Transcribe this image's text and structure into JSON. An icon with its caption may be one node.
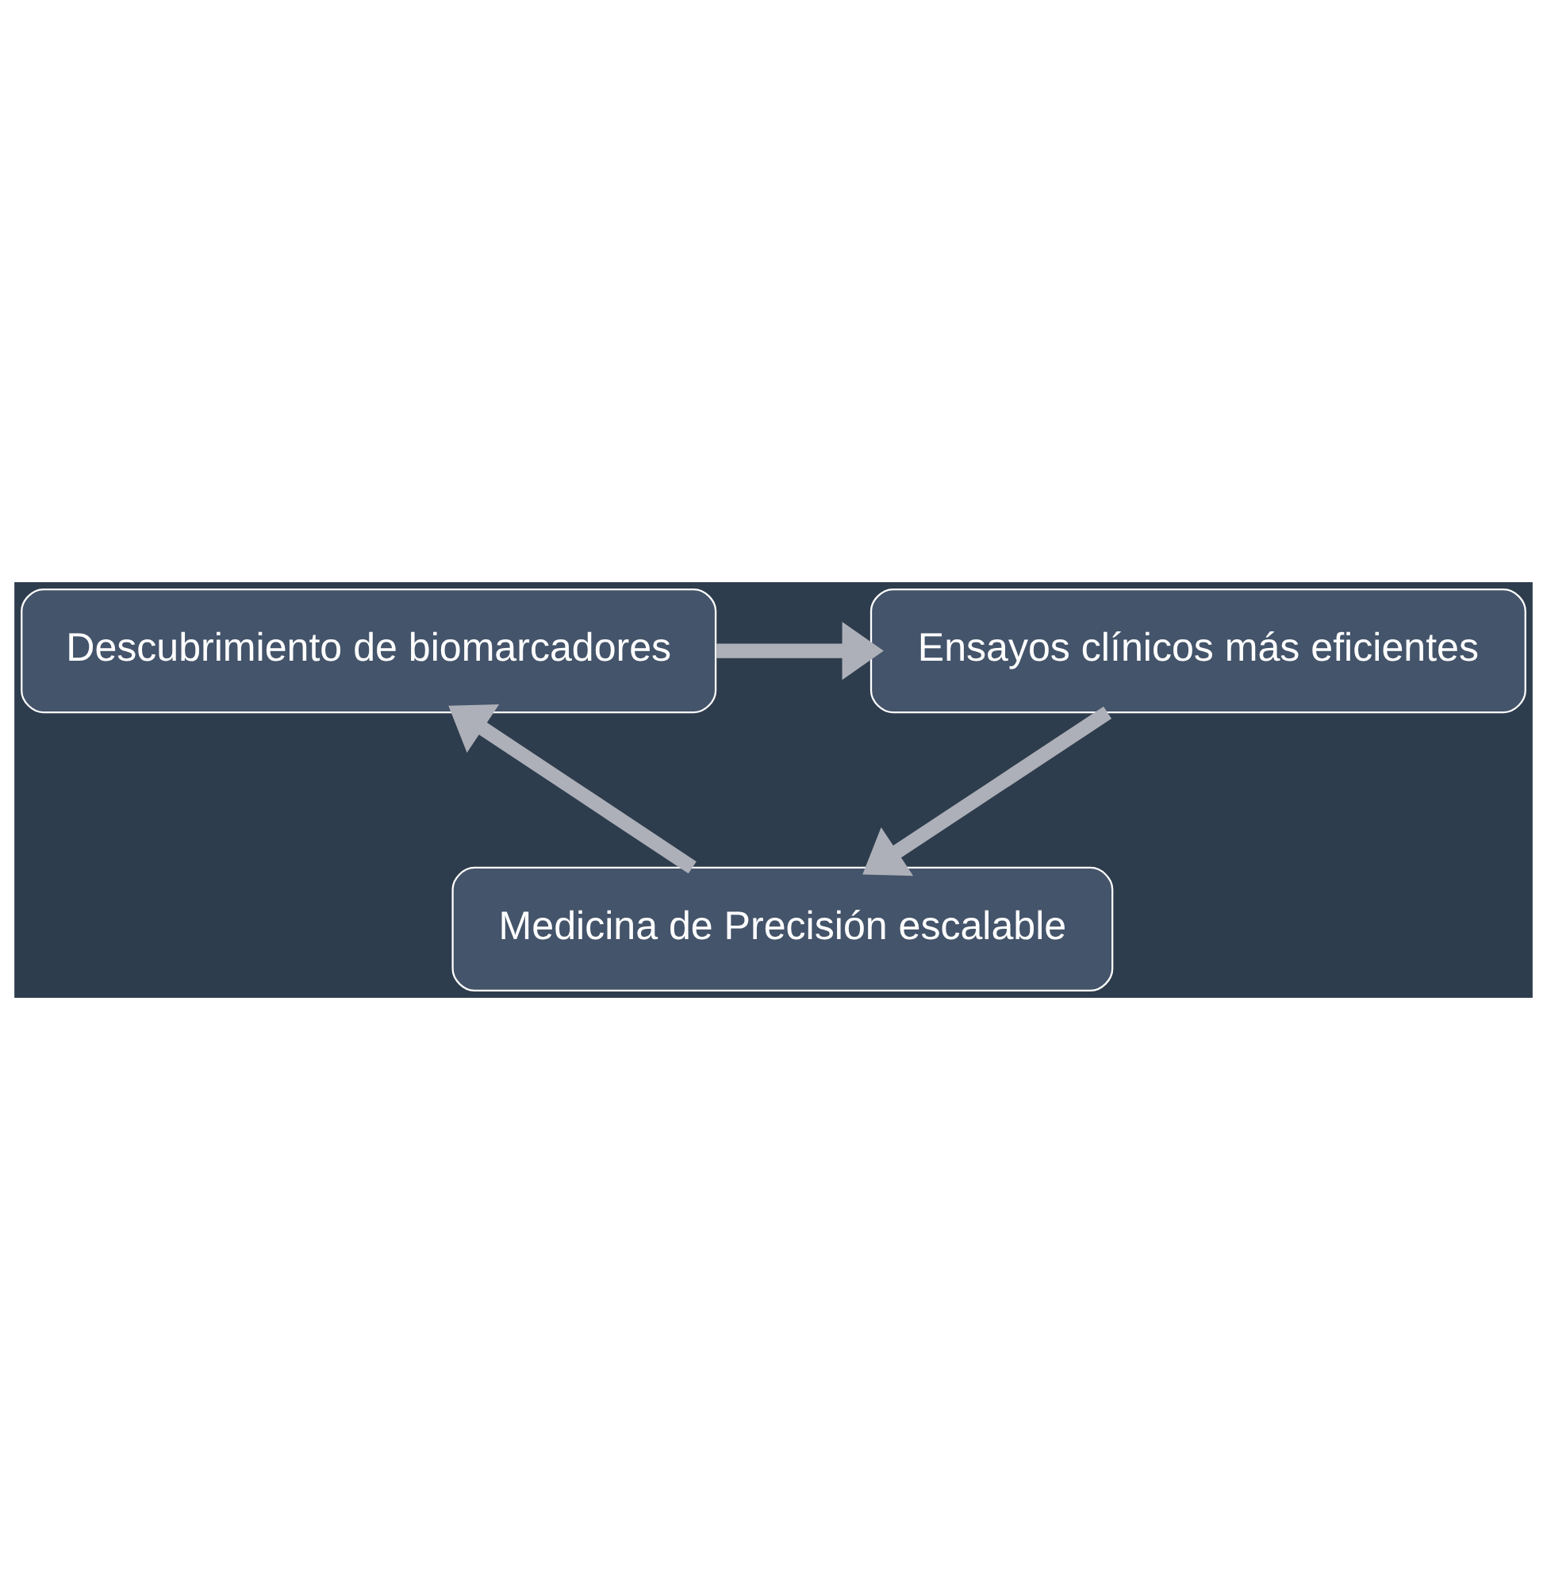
{
  "diagram": {
    "nodes": [
      {
        "text": [
          "Descubrimiento de biomarcadores"
        ]
      },
      {
        "text": [
          "Ensayos clínicos más eficientes"
        ]
      },
      {
        "text": [
          "Medicina de Precisión escalable"
        ]
      }
    ],
    "edges": [
      {
        "from": 0,
        "to": 1,
        "arrow": "to"
      },
      {
        "from": 1,
        "to": 2,
        "arrow": "to"
      },
      {
        "from": 2,
        "to": 0,
        "arrow": "to"
      }
    ]
  }
}
